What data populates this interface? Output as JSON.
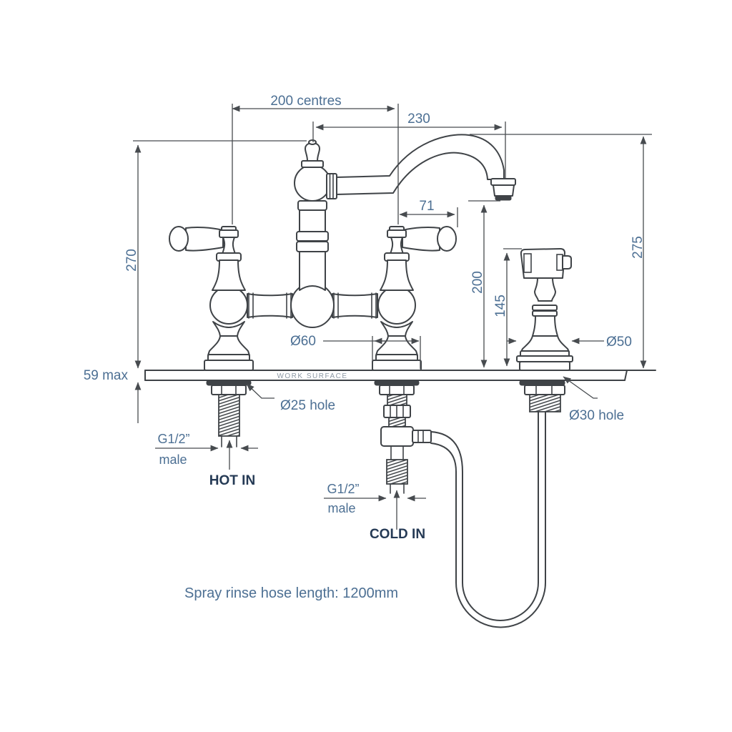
{
  "drawing": {
    "type": "technical-dimension-drawing",
    "subject": "bridge-kitchen-mixer-tap-with-spray-rinse",
    "dims": {
      "centres": "200 centres",
      "reach": "230",
      "handle": "71",
      "height_left": "270",
      "height_overall": "275",
      "spout_height": "200",
      "spray_height": "145",
      "worktop": "59 max",
      "base_dia": "Ø60",
      "spray_base_dia": "Ø50",
      "hot_hole": "Ø25 hole",
      "spray_hole": "Ø30 hole"
    },
    "labels": {
      "work_surface": "WORK SURFACE",
      "hot_thread": "G1/2”",
      "hot_thread_gender": "male",
      "hot_inlet": "HOT IN",
      "cold_thread": "G1/2”",
      "cold_thread_gender": "male",
      "cold_inlet": "COLD IN",
      "hose_note": "Spray rinse hose length: 1200mm"
    },
    "colors": {
      "line": "#3f4347",
      "dim_line": "#474b4f",
      "dim_text": "#4c6f93",
      "bold_text": "#253a55",
      "surface_text": "#8c98a4",
      "background": "#ffffff"
    }
  }
}
